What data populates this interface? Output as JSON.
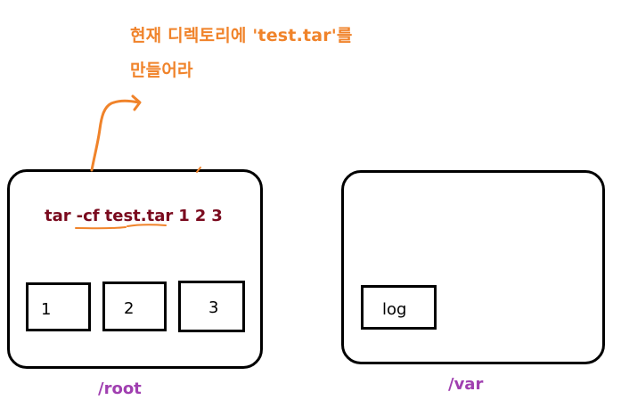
{
  "annotation": {
    "line1": "현재 디렉토리에 'test.tar'를",
    "line2": "만들어라"
  },
  "command": {
    "parts": [
      "tar",
      "-cf",
      "test.tar",
      "1",
      "2",
      "3"
    ]
  },
  "root_dir": {
    "label": "/root",
    "files": [
      "1",
      "2",
      "3"
    ]
  },
  "var_dir": {
    "label": "/var",
    "files": [
      "log"
    ]
  },
  "colors": {
    "annotation": "#f0832a",
    "command": "#7a0a1e",
    "dir_label": "#a03fb0",
    "underline": "#f0832a"
  }
}
